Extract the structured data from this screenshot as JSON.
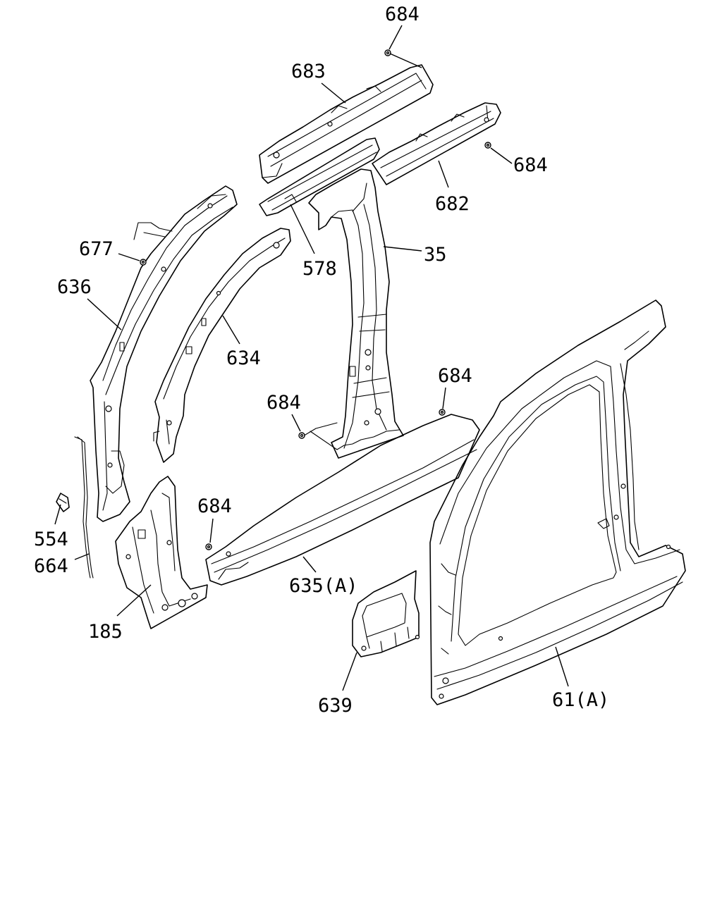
{
  "labels": {
    "l684_top": "684",
    "l683": "683",
    "l684_right": "684",
    "l682": "682",
    "l35": "35",
    "l578": "578",
    "l677": "677",
    "l636": "636",
    "l634": "634",
    "l684_mid_left": "684",
    "l684_mid_right": "684",
    "l684_low": "684",
    "l554": "554",
    "l664": "664",
    "l185": "185",
    "l635": "635(A)",
    "l639": "639",
    "l61": "61(A)"
  }
}
